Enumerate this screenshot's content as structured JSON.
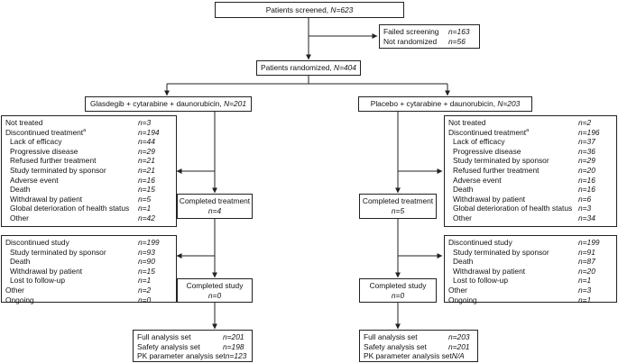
{
  "screened": {
    "text": "Patients screened, ",
    "n": "N=623"
  },
  "excluded": [
    {
      "label": "Failed screening",
      "value": "n=163"
    },
    {
      "label": "Not randomized",
      "value": "n=56"
    }
  ],
  "randomized": {
    "text": "Patients randomized, ",
    "n": "N=404"
  },
  "arms": {
    "left": {
      "header": {
        "text": "Glasdegib + cytarabine + daunorubicin, ",
        "n": "N=201"
      },
      "disc_treatment": [
        {
          "label": "Not treated",
          "value": "n=3"
        },
        {
          "label": "Discontinued treatment",
          "value": "n=194",
          "sup": "a"
        },
        {
          "label": "Lack of efficacy",
          "value": "n=44",
          "indent": true
        },
        {
          "label": "Progressive disease",
          "value": "n=29",
          "indent": true
        },
        {
          "label": "Refused further treatment",
          "value": "n=21",
          "indent": true
        },
        {
          "label": "Study terminated by sponsor",
          "value": "n=21",
          "indent": true
        },
        {
          "label": "Adverse event",
          "value": "n=16",
          "indent": true
        },
        {
          "label": "Death",
          "value": "n=15",
          "indent": true
        },
        {
          "label": "Withdrawal by patient",
          "value": "n=5",
          "indent": true
        },
        {
          "label": "Global deterioration of health status",
          "value": "n=1",
          "indent": true
        },
        {
          "label": "Other",
          "value": "n=42",
          "indent": true
        }
      ],
      "completed_treatment": {
        "label": "Completed treatment",
        "n": "n=4"
      },
      "disc_study": [
        {
          "label": "Discontinued study",
          "value": "n=199"
        },
        {
          "label": "Study terminated by sponsor",
          "value": "n=93",
          "indent": true
        },
        {
          "label": "Death",
          "value": "n=90",
          "indent": true
        },
        {
          "label": "Withdrawal by patient",
          "value": "n=15",
          "indent": true
        },
        {
          "label": "Lost to follow-up",
          "value": "n=1",
          "indent": true
        },
        {
          "label": "Other",
          "value": "n=2"
        },
        {
          "label": "Ongoing",
          "value": "n=0"
        }
      ],
      "completed_study": {
        "label": "Completed study",
        "n": "n=0"
      },
      "analysis": [
        {
          "label": "Full analysis set",
          "value": "n=201"
        },
        {
          "label": "Safety analysis set",
          "value": "n=198"
        },
        {
          "label": "PK parameter analysis set",
          "value": "n=123"
        }
      ]
    },
    "right": {
      "header": {
        "text": "Placebo + cytarabine + daunorubicin, ",
        "n": "N=203"
      },
      "disc_treatment": [
        {
          "label": "Not treated",
          "value": "n=2"
        },
        {
          "label": "Discontinued treatment",
          "value": "n=196",
          "sup": "a"
        },
        {
          "label": "Lack of efficacy",
          "value": "n=37",
          "indent": true
        },
        {
          "label": "Progressive disease",
          "value": "n=36",
          "indent": true
        },
        {
          "label": "Study terminated by sponsor",
          "value": "n=29",
          "indent": true
        },
        {
          "label": "Refused further treatment",
          "value": "n=20",
          "indent": true
        },
        {
          "label": "Adverse event",
          "value": "n=16",
          "indent": true
        },
        {
          "label": "Death",
          "value": "n=16",
          "indent": true
        },
        {
          "label": "Withdrawal by patient",
          "value": "n=6",
          "indent": true
        },
        {
          "label": "Global deterioration of health status",
          "value": "n=3",
          "indent": true
        },
        {
          "label": "Other",
          "value": "n=34",
          "indent": true
        }
      ],
      "completed_treatment": {
        "label": "Completed treatment",
        "n": "n=5"
      },
      "disc_study": [
        {
          "label": "Discontinued study",
          "value": "n=199"
        },
        {
          "label": "Study terminated by sponsor",
          "value": "n=91",
          "indent": true
        },
        {
          "label": "Death",
          "value": "n=87",
          "indent": true
        },
        {
          "label": "Withdrawal by patient",
          "value": "n=20",
          "indent": true
        },
        {
          "label": "Lost to follow-up",
          "value": "n=1",
          "indent": true
        },
        {
          "label": "Other",
          "value": "n=3"
        },
        {
          "label": "Ongoing",
          "value": "n=1"
        }
      ],
      "completed_study": {
        "label": "Completed study",
        "n": "n=0"
      },
      "analysis": [
        {
          "label": "Full analysis set",
          "value": "n=203"
        },
        {
          "label": "Safety analysis set",
          "value": "n=201"
        },
        {
          "label": "PK parameter analysis set",
          "value": "N/A"
        }
      ]
    }
  }
}
